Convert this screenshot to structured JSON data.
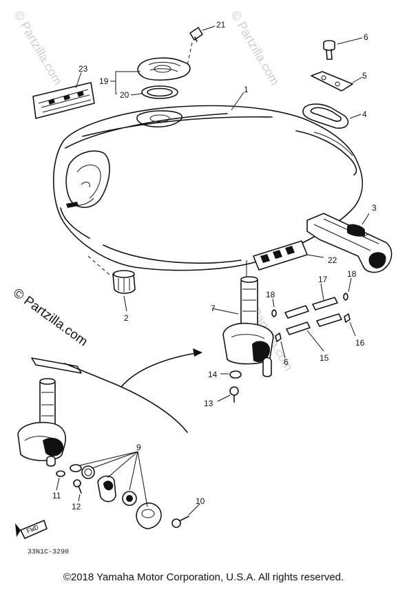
{
  "watermark": {
    "text": "© Partzilla.com"
  },
  "diagram_code": "33N1C-3290",
  "fwd_label": "FWD",
  "copyright": "©2018 Yamaha Motor Corporation, U.S.A. All rights reserved.",
  "callouts": {
    "c1": "1",
    "c2": "2",
    "c3": "3",
    "c4": "4",
    "c5": "5",
    "c6": "6",
    "c6b": "6",
    "c7": "7",
    "c9": "9",
    "c10": "10",
    "c11": "11",
    "c12": "12",
    "c13": "13",
    "c14": "14",
    "c15": "15",
    "c16": "16",
    "c17": "17",
    "c18a": "18",
    "c18b": "18",
    "c19": "19",
    "c20": "20",
    "c21": "21",
    "c22": "22",
    "c23": "23"
  }
}
